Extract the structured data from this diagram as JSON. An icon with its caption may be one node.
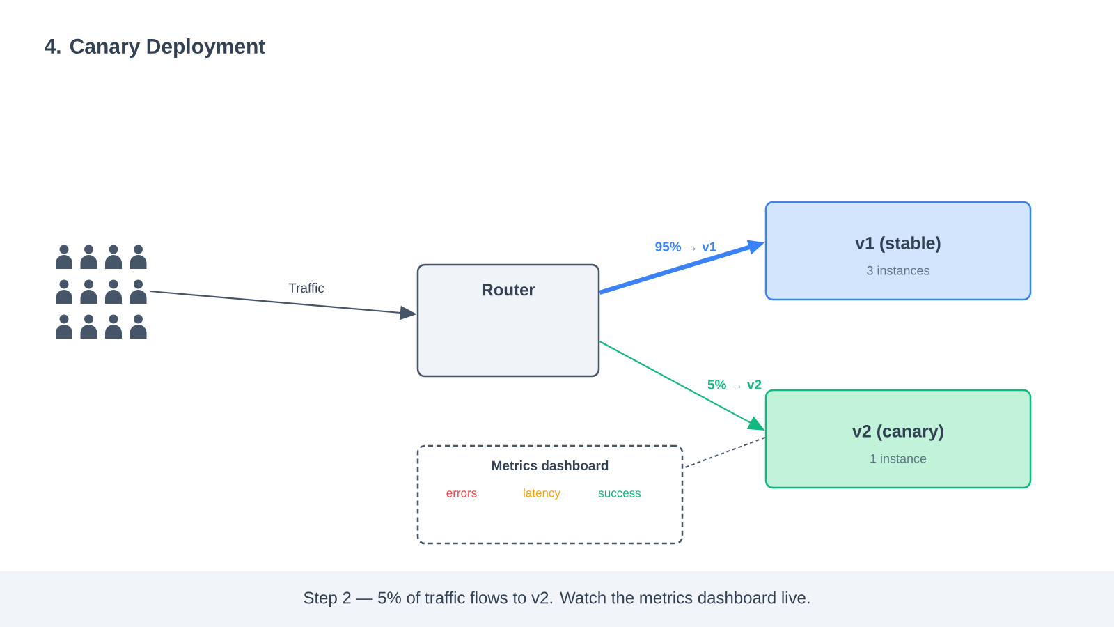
{
  "diagram": {
    "title": "4. Canary Deployment",
    "caption": "Step 2 — 5% of traffic flows to v2. Watch the metrics dashboard live.",
    "nodes": [
      {
        "text": [],
        "shape": "person"
      },
      {
        "text": [
          "Router"
        ]
      },
      {
        "text": [
          "v1 (stable)",
          "3 instances"
        ]
      },
      {
        "text": [
          "v2 (canary)",
          "1 instance"
        ]
      },
      {
        "text": [
          "Metrics dashboard",
          "errors",
          "latency",
          "success"
        ]
      }
    ],
    "edges": [
      {
        "from": 0,
        "to": 1,
        "arrow": "to",
        "label": "Traffic"
      },
      {
        "from": 1,
        "to": 2,
        "arrow": "to",
        "label": "95% → v1",
        "style": "thick",
        "color": "#3b82f6"
      },
      {
        "from": 1,
        "to": 3,
        "arrow": "to",
        "label": "5% → v2",
        "color": "#10b981"
      },
      {
        "from": 3,
        "to": 4,
        "arrow": "none",
        "style": "dashed"
      }
    ]
  }
}
